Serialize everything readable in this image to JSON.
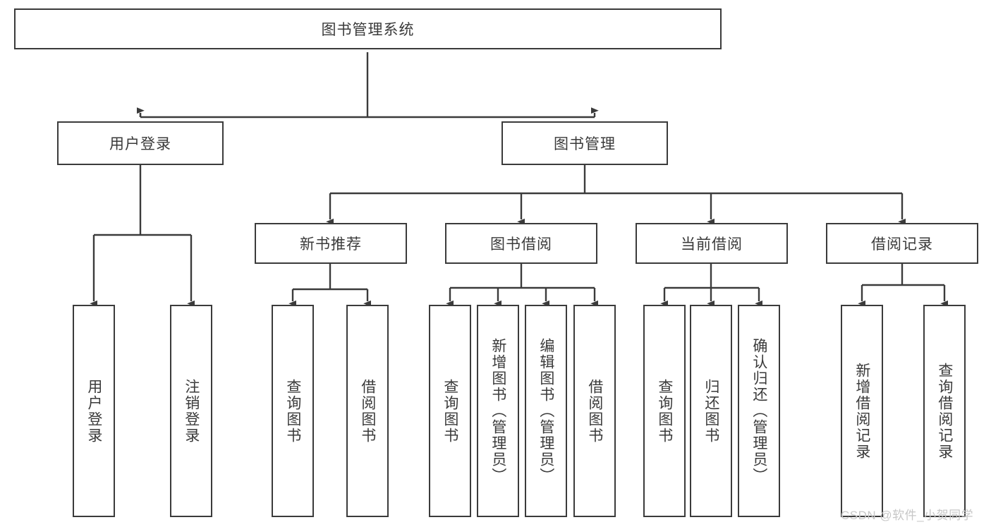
{
  "diagram": {
    "title": "图书管理系统",
    "type": "tree-hierarchy",
    "root": {
      "label": "图书管理系统"
    },
    "level2": [
      {
        "label": "用户登录"
      },
      {
        "label": "图书管理"
      }
    ],
    "level3": [
      {
        "label": "新书推荐"
      },
      {
        "label": "图书借阅"
      },
      {
        "label": "当前借阅"
      },
      {
        "label": "借阅记录"
      }
    ],
    "leaves": {
      "user_login": [
        {
          "label": "用户登录"
        },
        {
          "label": "注销登录"
        }
      ],
      "new_book_recommend": [
        {
          "label": "查询图书"
        },
        {
          "label": "借阅图书"
        }
      ],
      "book_borrow": [
        {
          "label": "查询图书"
        },
        {
          "label": "新增图书（管理员）"
        },
        {
          "label": "编辑图书（管理员）"
        },
        {
          "label": "借阅图书"
        }
      ],
      "current_borrow": [
        {
          "label": "查询图书"
        },
        {
          "label": "归还图书"
        },
        {
          "label": "确认归还（管理员）"
        }
      ],
      "borrow_record": [
        {
          "label": "新增借阅记录"
        },
        {
          "label": "查询借阅记录"
        }
      ]
    }
  },
  "watermark": {
    "text": "CSDN @软件_小贺同学"
  },
  "colors": {
    "stroke": "#3b3b3b",
    "text": "#3a3a3a",
    "background": "#ffffff",
    "watermark": "#c7c7c7"
  }
}
